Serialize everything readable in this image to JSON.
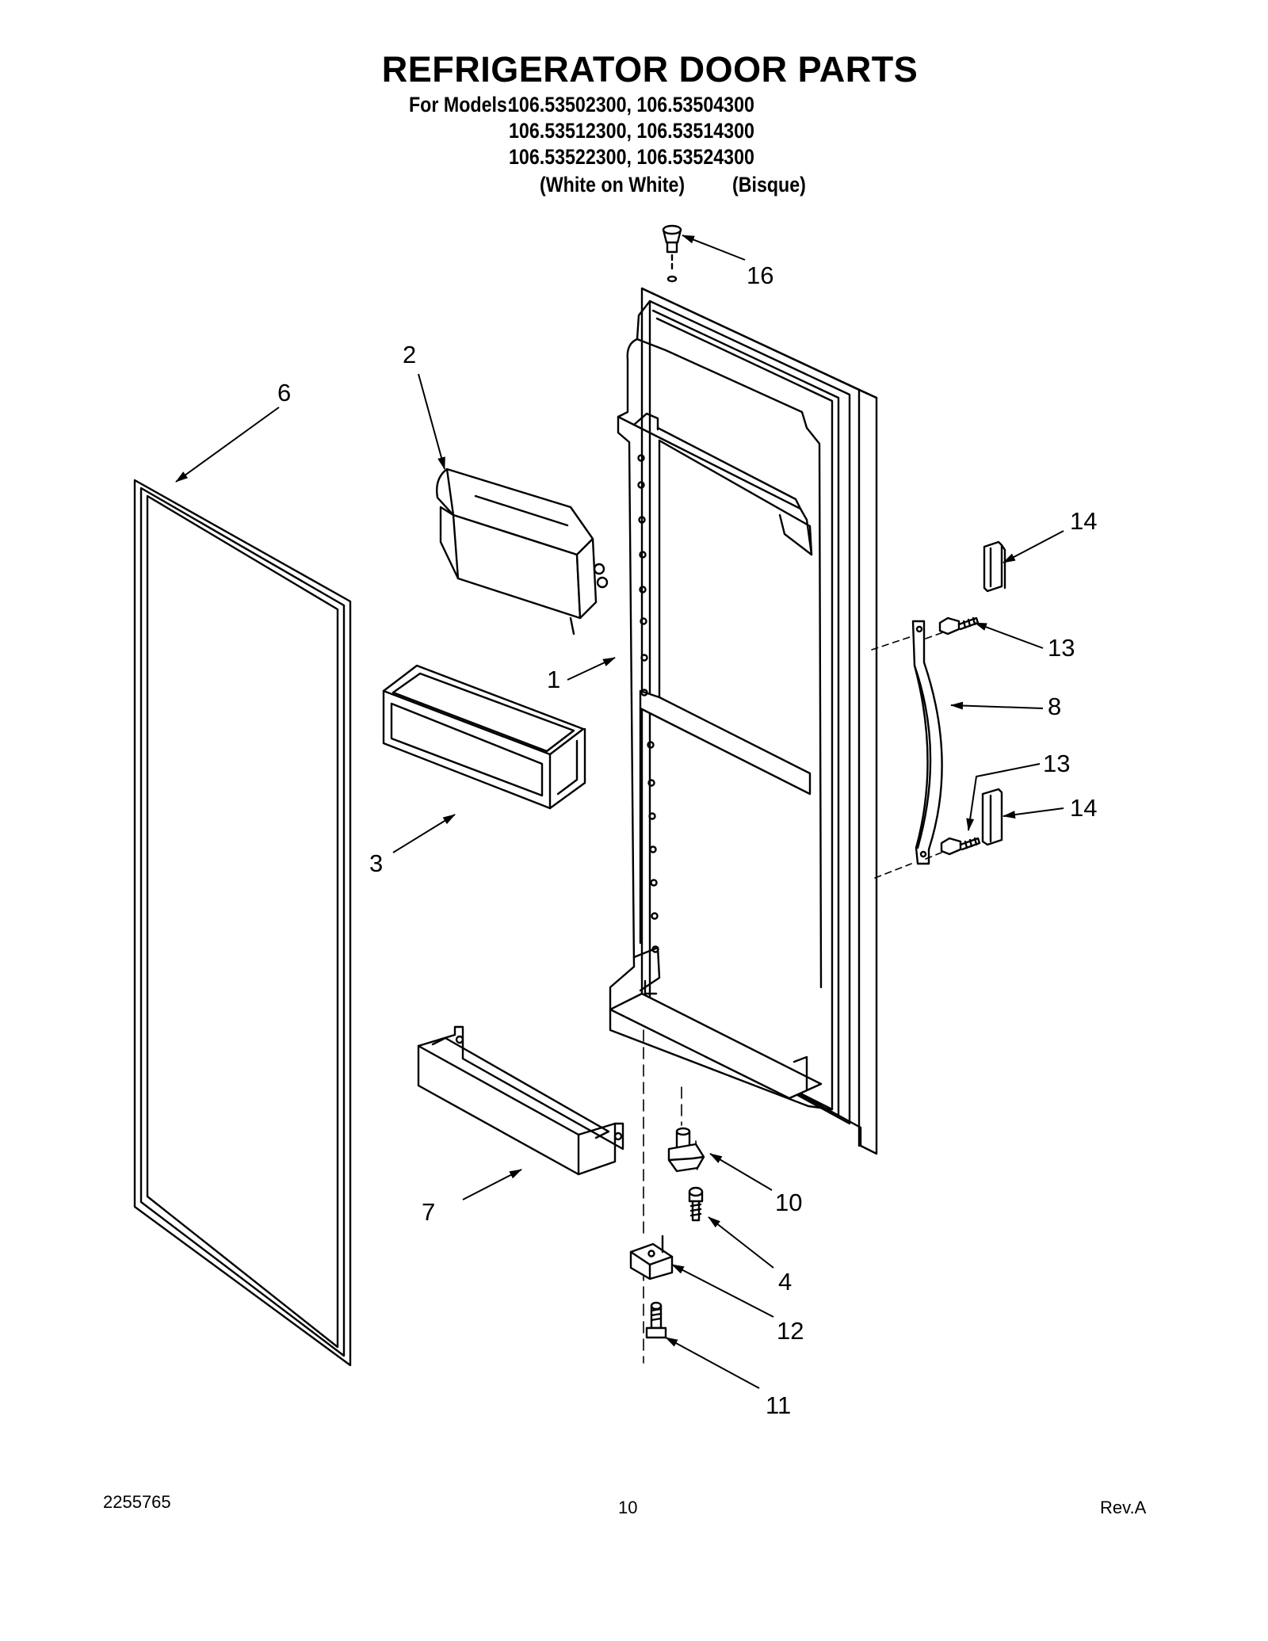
{
  "header": {
    "title": "REFRIGERATOR DOOR PARTS",
    "models_label": "For Models:",
    "model_rows": [
      "106.53502300, 106.53504300",
      "106.53512300, 106.53514300",
      "106.53522300, 106.53524300"
    ],
    "color_variants": [
      "(White on White)",
      "(Bisque)"
    ]
  },
  "callouts": {
    "c1": "1",
    "c2": "2",
    "c3": "3",
    "c4": "4",
    "c6": "6",
    "c7": "7",
    "c8": "8",
    "c10": "10",
    "c11": "11",
    "c12": "12",
    "c13a": "13",
    "c13b": "13",
    "c14a": "14",
    "c14b": "14",
    "c16": "16"
  },
  "footer": {
    "doc_number": "2255765",
    "page_number": "10",
    "revision": "Rev.A"
  }
}
